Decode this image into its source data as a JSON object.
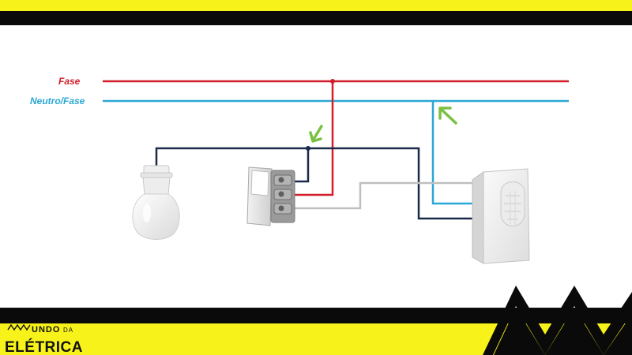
{
  "diagram": {
    "labels": {
      "phase": "Fase",
      "neutral_phase": "Neutro/Fase"
    },
    "colors": {
      "banner_yellow": "#f7f21a",
      "banner_black": "#0a0a0a",
      "phase_wire": "#d21e2b",
      "neutral_wire": "#2aa7d4",
      "return_wire": "#1a2a48",
      "sensor_wire": "#bfbfbf",
      "arrow": "#7ac143"
    },
    "components": [
      "light-bulb-icon",
      "wall-switch-icon",
      "motion-sensor-icon"
    ]
  },
  "logo": {
    "top_word": "UNDO",
    "top_word_small": "DA",
    "bottom_word": "ELÉTRICA"
  }
}
